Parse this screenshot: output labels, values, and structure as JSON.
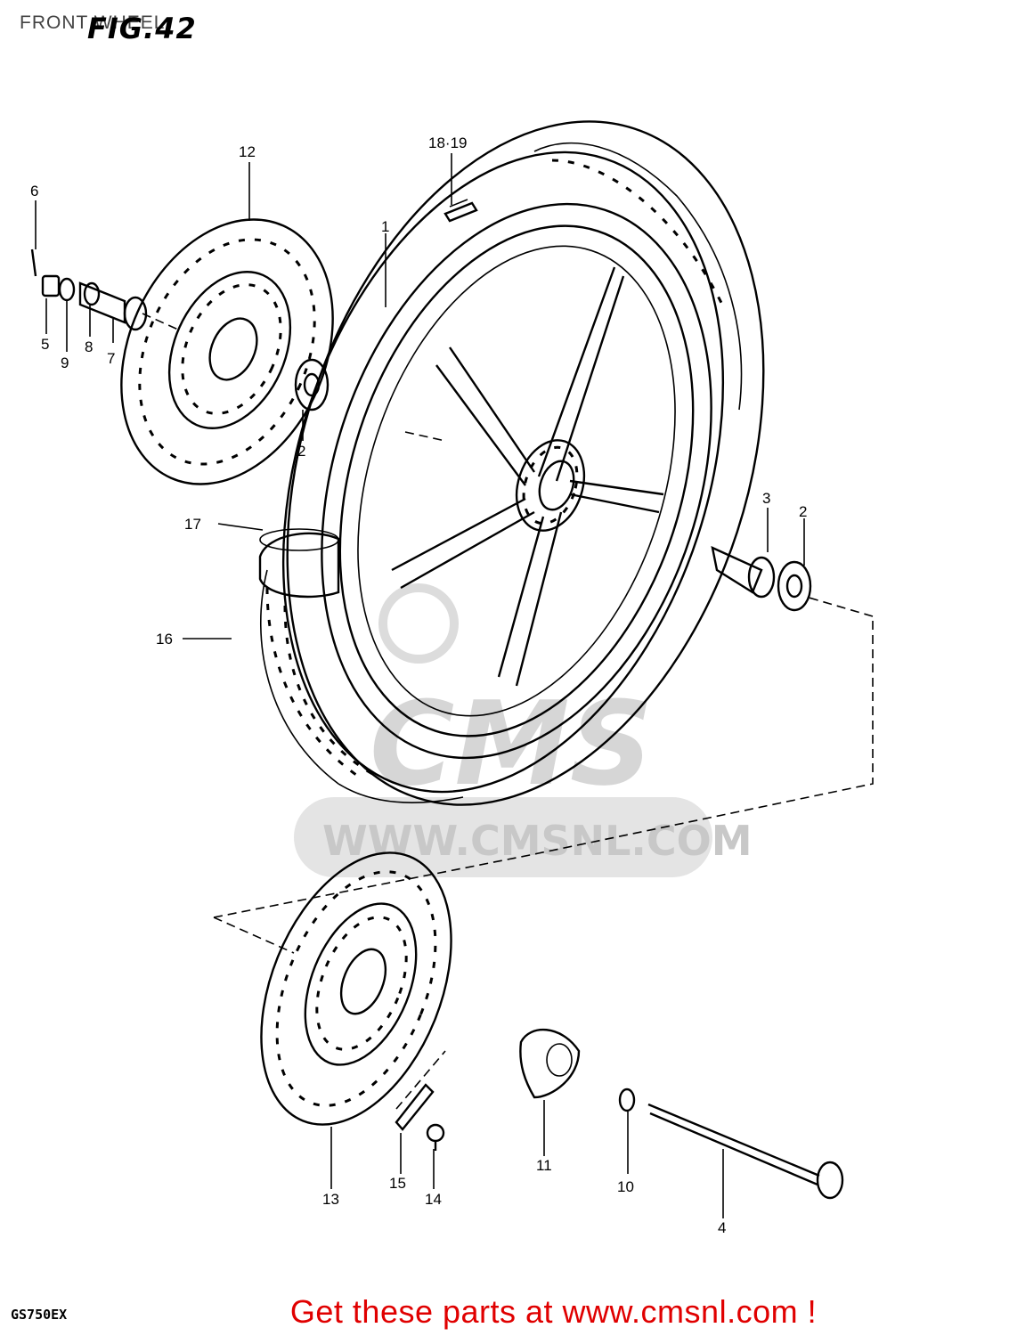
{
  "header": {
    "caption": "FRONT WHEEL",
    "figure": "FIG.42"
  },
  "footer": {
    "model": "GS750EX",
    "cta": "Get these parts at www.cmsnl.com !"
  },
  "watermark": {
    "brand": "CMS",
    "url": "WWW.CMSNL.COM",
    "color": "#c8c8c8"
  },
  "callouts": [
    "12",
    "18·19",
    "6",
    "1",
    "5",
    "9",
    "8",
    "7",
    "2",
    "17",
    "3",
    "2",
    "16",
    "15",
    "14",
    "13",
    "11",
    "10",
    "4"
  ],
  "colors": {
    "line": "#000000",
    "cta": "#e00000"
  }
}
